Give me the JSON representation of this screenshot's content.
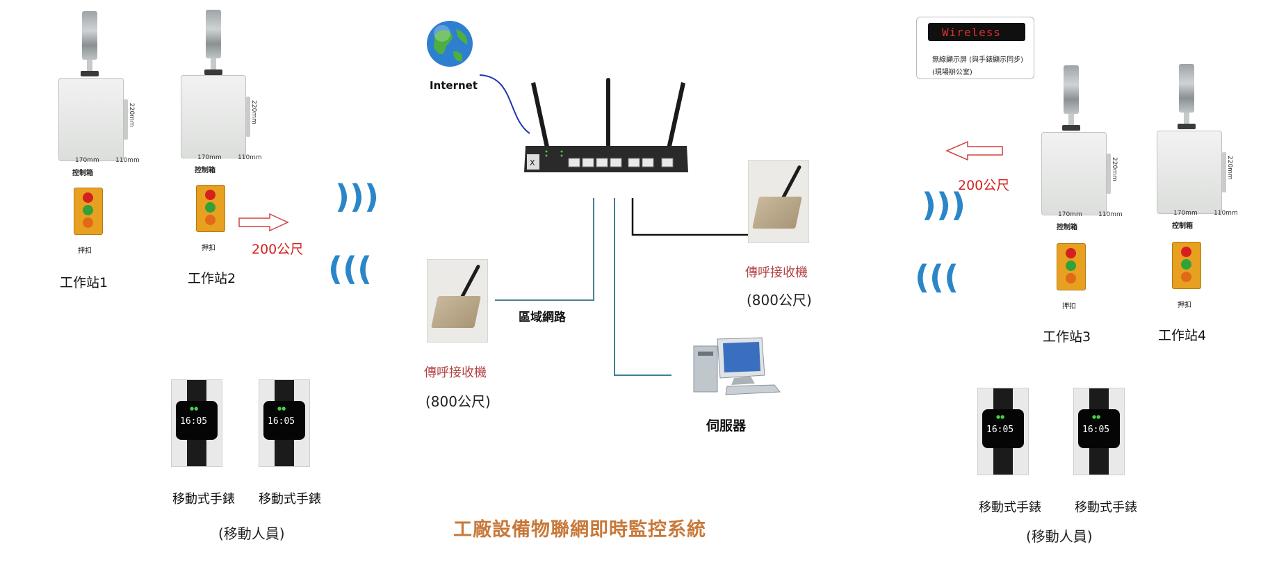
{
  "title": "工廠設備物聯網即時監控系統",
  "internet_label": "Internet",
  "lan_label": "區域網路",
  "server_label": "伺服器",
  "display": {
    "led_text": "Wireless",
    "line1": "無線顯示屏 (與手錶顯示同步)",
    "line2": "(現場辦公室)"
  },
  "control_box": {
    "label": "控制箱",
    "dim_height": "220mm",
    "dim_width": "170mm",
    "dim_depth": "110mm"
  },
  "push_button_label": "押扣",
  "stations": [
    "工作站1",
    "工作站2",
    "工作站3",
    "工作站4"
  ],
  "distance_200": "200公尺",
  "receiver": {
    "label": "傳呼接收機",
    "distance": "(800公尺)"
  },
  "watch": {
    "label": "移動式手錶",
    "time": "16:05",
    "group_label": "(移動人員)"
  },
  "colors": {
    "title": "#c8793a",
    "red_text": "#d62020",
    "receiver_text": "#b34545",
    "signal": "#2a86c8",
    "led_red": "#e0302a"
  },
  "icons": [
    "globe-icon",
    "router-icon",
    "server-computer-icon",
    "signal-wave-icon",
    "arrow-right-icon",
    "arrow-left-icon",
    "tower-light-icon",
    "push-button-icon",
    "smartwatch-icon",
    "pager-receiver-icon",
    "led-display-icon"
  ]
}
